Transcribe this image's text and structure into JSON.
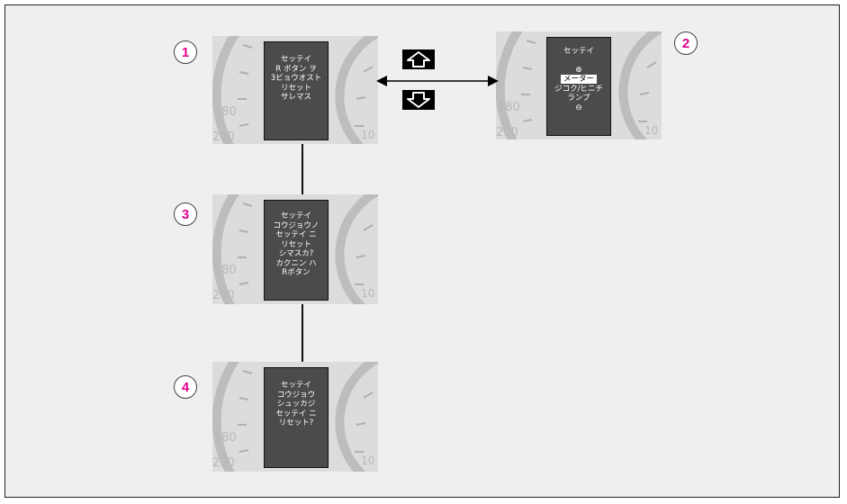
{
  "steps": [
    {
      "number": "1",
      "lines": [
        "セッテイ",
        "R ボタン ヲ",
        "3ビョウオスト",
        "リセット",
        "サレマス"
      ]
    },
    {
      "number": "2",
      "lines": [
        "セッテイ",
        "",
        "⊕",
        "メーター",
        "ジコク/ヒニチ",
        "ランプ",
        "⊖"
      ],
      "highlight_line": 3
    },
    {
      "number": "3",
      "lines": [
        "セッテイ",
        "コウジョウノ",
        "セッテイ ニ",
        "リセット",
        "シマスカ?",
        "カクニン ハ",
        "Rボタン"
      ]
    },
    {
      "number": "4",
      "lines": [
        "セッテイ",
        "コウジョウ",
        "シュッカジ",
        "セッテイ ニ",
        "リセット?"
      ]
    }
  ],
  "gauge_labels": {
    "speed_180": "180",
    "speed_200": "200",
    "rpm_10": "10"
  },
  "buttons": {
    "up": "up-arrow-icon",
    "down": "down-arrow-icon"
  },
  "colors": {
    "badge_number": "#e0008a",
    "lcd": "#4b4b4b",
    "panel": "#dcdcdc"
  }
}
